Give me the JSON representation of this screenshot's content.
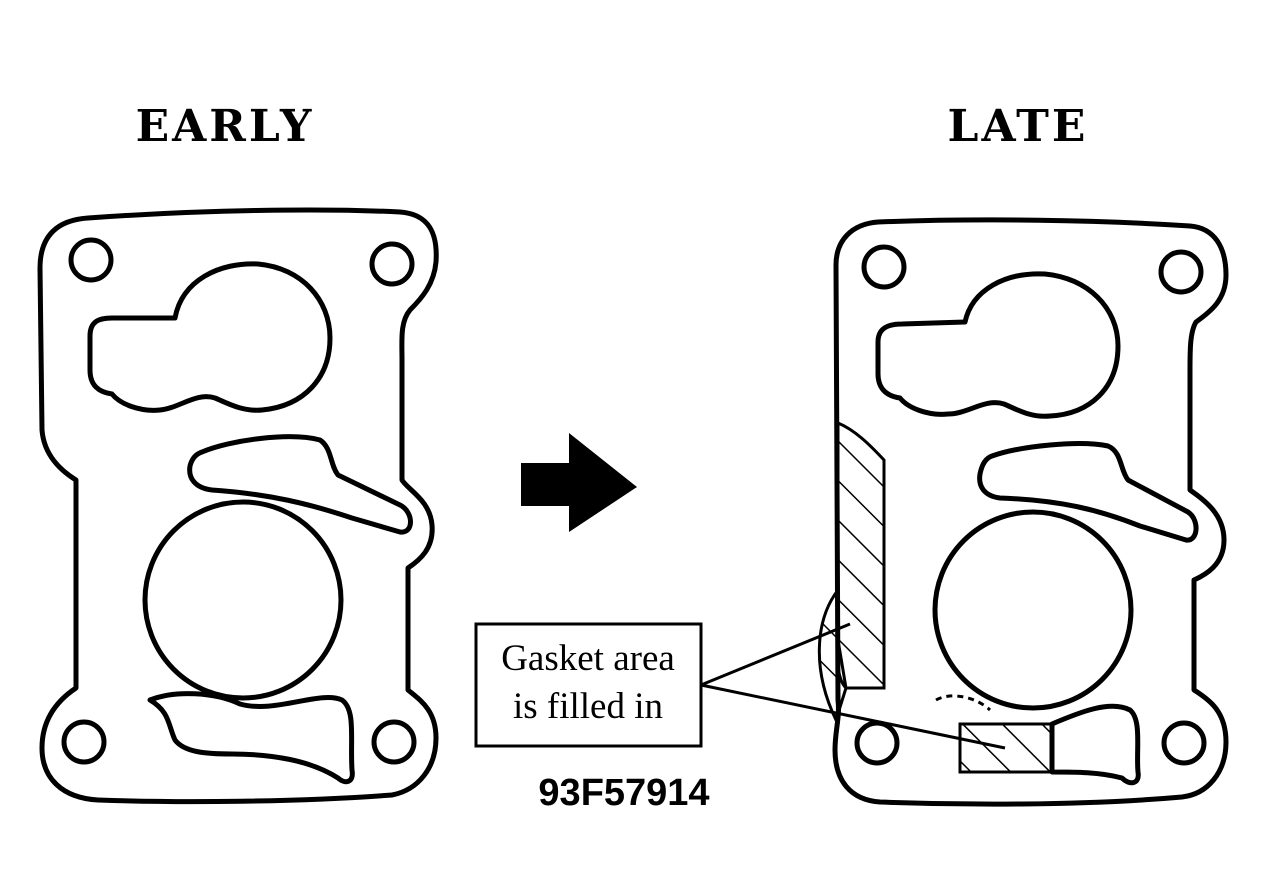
{
  "labels": {
    "early": "EARLY",
    "late": "LATE"
  },
  "callout": {
    "line1": "Gasket area",
    "line2": "is filled in"
  },
  "figure_id": "93F57914",
  "colors": {
    "ink": "#000000",
    "paper": "#ffffff"
  }
}
